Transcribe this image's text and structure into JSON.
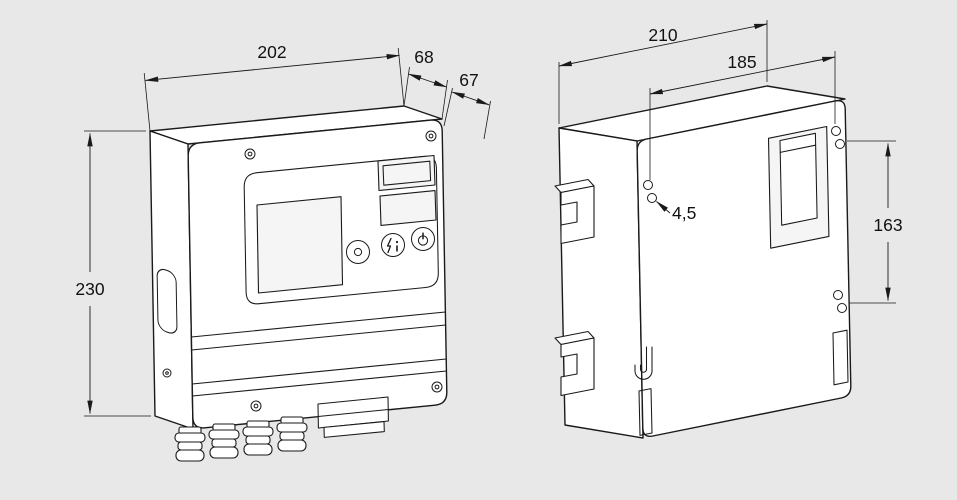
{
  "page": {
    "background_color": "#e8e8e8",
    "line_color": "#1a1a1a",
    "description": "Dimensioned technical drawing of a burner control unit enclosure, front-left view and back view"
  },
  "views": {
    "front": {
      "dims": {
        "width": "202",
        "depth_housing": "68",
        "depth_door": "67",
        "height": "230"
      }
    },
    "back": {
      "dims": {
        "width_overall": "210",
        "width_mounting": "185",
        "hole_diameter": "4,5",
        "mounting_spacing": "163"
      }
    }
  }
}
